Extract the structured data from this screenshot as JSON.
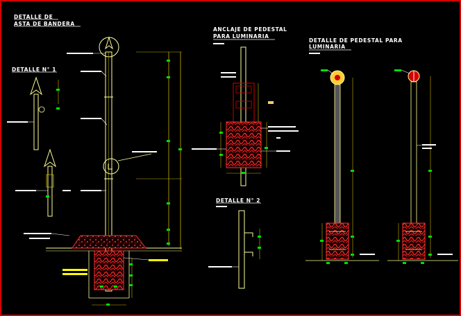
{
  "titles": {
    "flagpole_line1": "DETALLE DE",
    "flagpole_line2": "ASTA DE BANDERA",
    "detail1": "DETALLE N° 1",
    "anchor_line1": "ANCLAJE DE PEDESTAL",
    "anchor_line2": "PARA LUMINARIA",
    "detail2": "DETALLE N° 2",
    "pedestal_line1": "DETALLE DE PEDESTAL PARA",
    "pedestal_line2": "LUMINARIA"
  },
  "colors": {
    "background": "#000000",
    "frame": "#d40000",
    "pole": "#ffff99",
    "dimension": "#c8b400",
    "dim_tick": "#00e000",
    "concrete": "#d40000",
    "label": "#ffffff",
    "yellow_fill": "#ffff00",
    "lamp": "#ffcc33"
  }
}
